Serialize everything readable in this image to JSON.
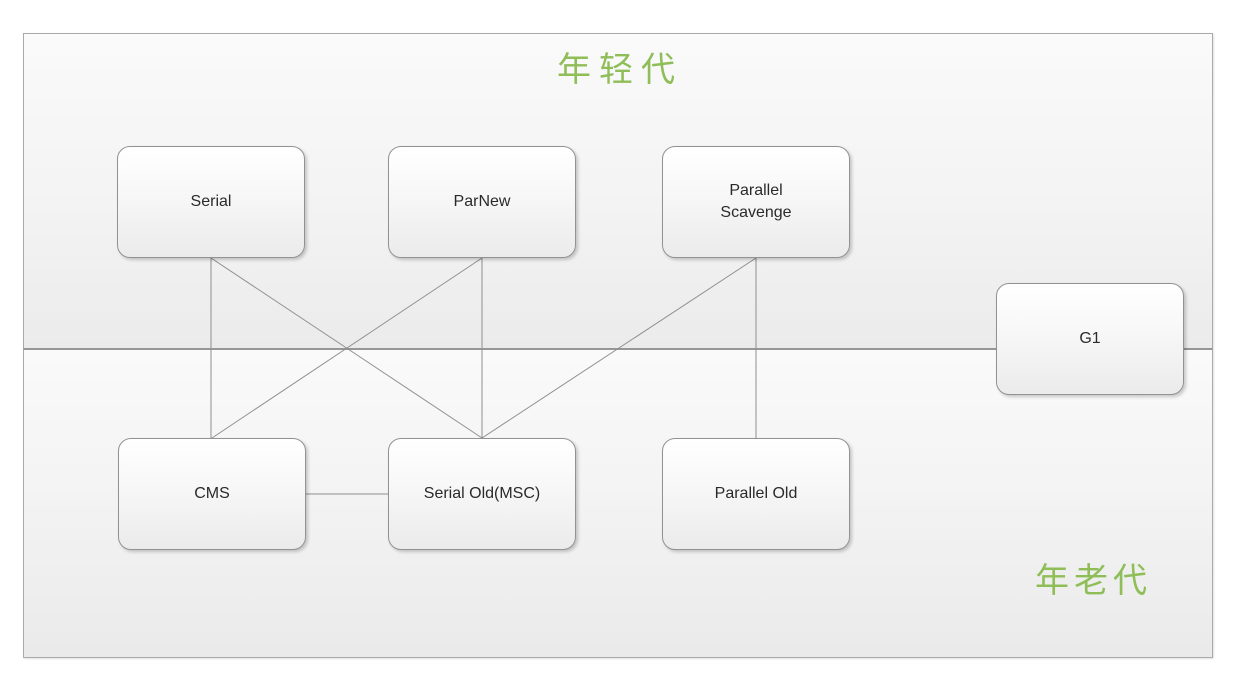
{
  "diagram": {
    "sections": {
      "young": {
        "label": "年轻代"
      },
      "old": {
        "label": "年老代"
      }
    },
    "nodes": {
      "serial": {
        "label": "Serial"
      },
      "parnew": {
        "label": "ParNew"
      },
      "parallel_scavenge": {
        "label": "Parallel Scavenge"
      },
      "g1": {
        "label": "G1"
      },
      "cms": {
        "label": "CMS"
      },
      "serial_old": {
        "label": "Serial Old(MSC)"
      },
      "parallel_old": {
        "label": "Parallel Old"
      }
    },
    "edges": [
      {
        "from": "Serial",
        "to": "CMS"
      },
      {
        "from": "Serial",
        "to": "Serial Old(MSC)"
      },
      {
        "from": "ParNew",
        "to": "CMS"
      },
      {
        "from": "ParNew",
        "to": "Serial Old(MSC)"
      },
      {
        "from": "Parallel Scavenge",
        "to": "Serial Old(MSC)"
      },
      {
        "from": "Parallel Scavenge",
        "to": "Parallel Old"
      },
      {
        "from": "CMS",
        "to": "Serial Old(MSC)"
      }
    ],
    "colors": {
      "generation_label": "#8fbe58",
      "node_border": "#929292",
      "connector": "#8f8f8f",
      "section_border": "#aaaaaa"
    }
  }
}
